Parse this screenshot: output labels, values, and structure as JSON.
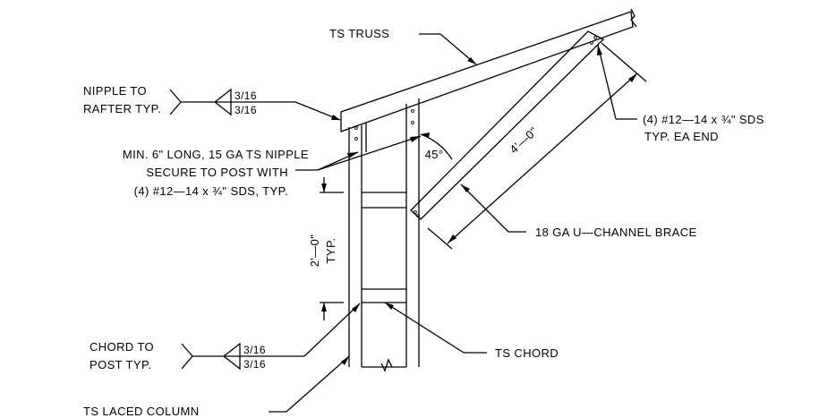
{
  "labels": {
    "ts_truss": "TS TRUSS",
    "nipple_to_rafter_1": "NIPPLE TO",
    "nipple_to_rafter_2": "RAFTER TYP.",
    "nipple_note_1": "MIN. 6\" LONG, 15 GA TS NIPPLE",
    "nipple_note_2": "SECURE TO POST WITH",
    "nipple_note_3": "(4) #12—14 x ¾\" SDS, TYP.",
    "screw_note_1": "(4) #12—14 x ¾\" SDS",
    "screw_note_2": "TYP. EA END",
    "angle": "45°",
    "brace_length": "4'—0\"",
    "brace": "18 GA U—CHANNEL BRACE",
    "spacing_1": "2'—0\"",
    "spacing_2": "TYP.",
    "chord_to_post_1": "CHORD TO",
    "chord_to_post_2": "POST TYP.",
    "ts_chord": "TS CHORD",
    "ts_laced_column": "TS LACED COLUMN"
  },
  "welds": {
    "rafter": {
      "top": "3/16",
      "bottom": "3/16"
    },
    "post": {
      "top": "3/16",
      "bottom": "3/16"
    }
  }
}
